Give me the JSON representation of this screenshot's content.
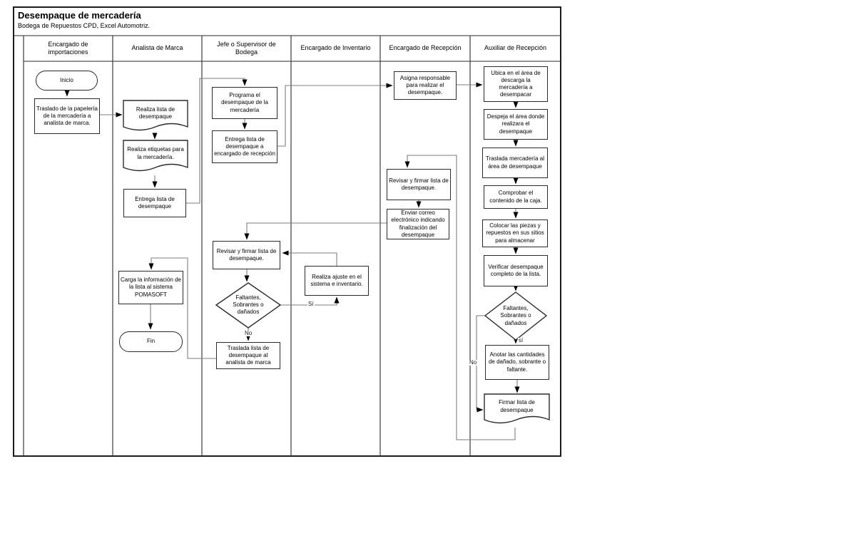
{
  "title": {
    "heading": "Desempaque de mercadería",
    "subtitle": "Bodega de Repuestos CPD, Excel Automotriz."
  },
  "lanes": [
    "Encargado de importaciones",
    "Analista de Marca",
    "Jefe o Supervisor de Bodega",
    "Encargado de Inventario",
    "Encargado de Recepción",
    "Auxiliar de Recepción"
  ],
  "nodes": {
    "inicio": "Inicio",
    "traslado_papeleria": "Traslado de la papelería de la mercadería a analista de marca.",
    "realiza_lista": "Realiza lista de desempaque",
    "realiza_etiquetas": "Realiza etiquetas para la mercadería.",
    "entrega_lista": "Entrega lista de desempaque",
    "carga_informacion": "Carga la información de la lista al sistema POMASOFT",
    "fin": "Fin",
    "programa_desempaque": "Programa el desempaque de la mercadería",
    "entrega_lista_encargado": "Entrega lista de desempaque a encargado de recepción",
    "revisar_firmar_jefe": "Revisar y firmar lista de desempaque.",
    "decision_jefe": "Faltantes, Sobrantes o dañados",
    "traslada_lista_analista": "Traslada lista de desempaque al analista de marca",
    "realiza_ajuste": "Realiza ajuste en el sistema e inventario.",
    "asigna_responsable": "Asigna responsable para realizar el desempaque.",
    "revisar_firmar_recepcion": "Revisar y firmar lista de desempaque.",
    "enviar_correo": "Enviar correo electrónico indicando finalización del desempaque",
    "ubica_area": "Ubica en el área de descarga la mercadería a desempacar",
    "despeja_area": "Despeja el área donde realizara el desempaque",
    "traslada_mercaderia": "Traslada mercadería al área de desempaque",
    "comprobar_contenido": "Comprobar el contenido de la caja.",
    "colocar_piezas": "Colocar las piezas y repuestos en sus sitios para almacenar",
    "verificar_desempaque": "Verificar desempaque completo de la lista.",
    "decision_auxiliar": "Faltantes, Sobrantes o dañados",
    "anotar_cantidades": "Anotar las cantidades de dañado, sobrante o faltante.",
    "firmar_lista": "Firmar lista de desempaque"
  },
  "edge_labels": {
    "jefe_si": "Sí",
    "jefe_no": "No",
    "aux_si": "sí",
    "aux_no": "No"
  },
  "colors": {
    "connector_line": "#7d7d7d",
    "shape_border": "#2a2a2a",
    "arrowhead": "#000000",
    "background": "#ffffff"
  }
}
